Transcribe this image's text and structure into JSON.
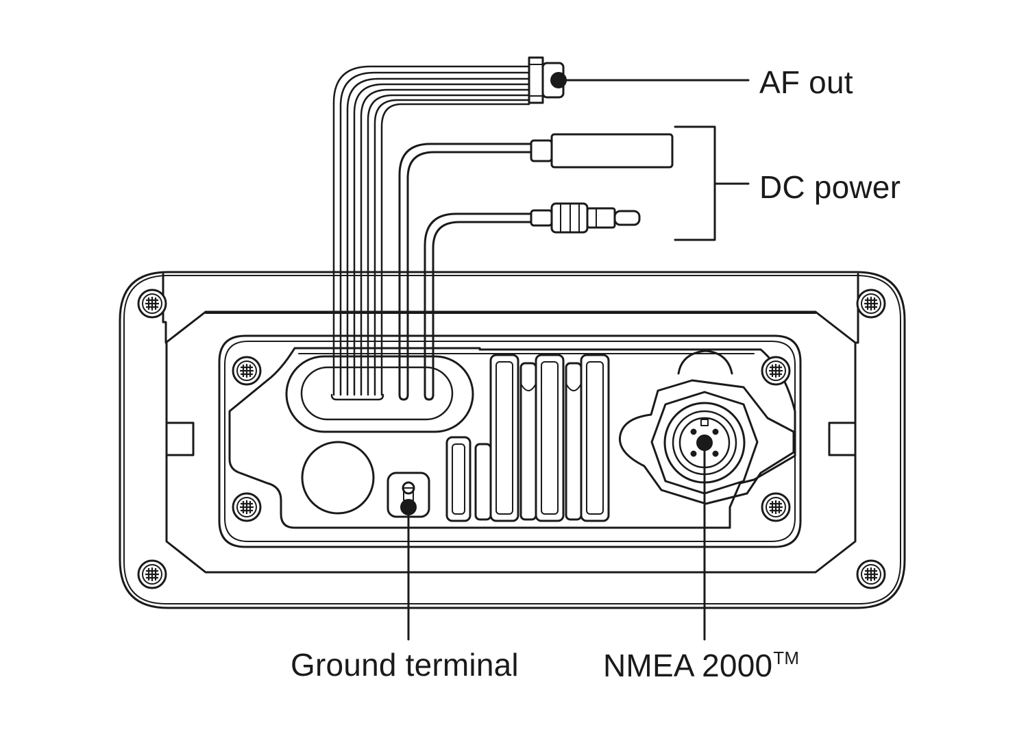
{
  "labels": {
    "af_out": "AF out",
    "dc_power": "DC power",
    "ground_terminal": "Ground terminal",
    "nmea": "NMEA 2000",
    "nmea_tm": "TM"
  },
  "colors": {
    "line": "#1a1a1a",
    "background": "#ffffff"
  }
}
